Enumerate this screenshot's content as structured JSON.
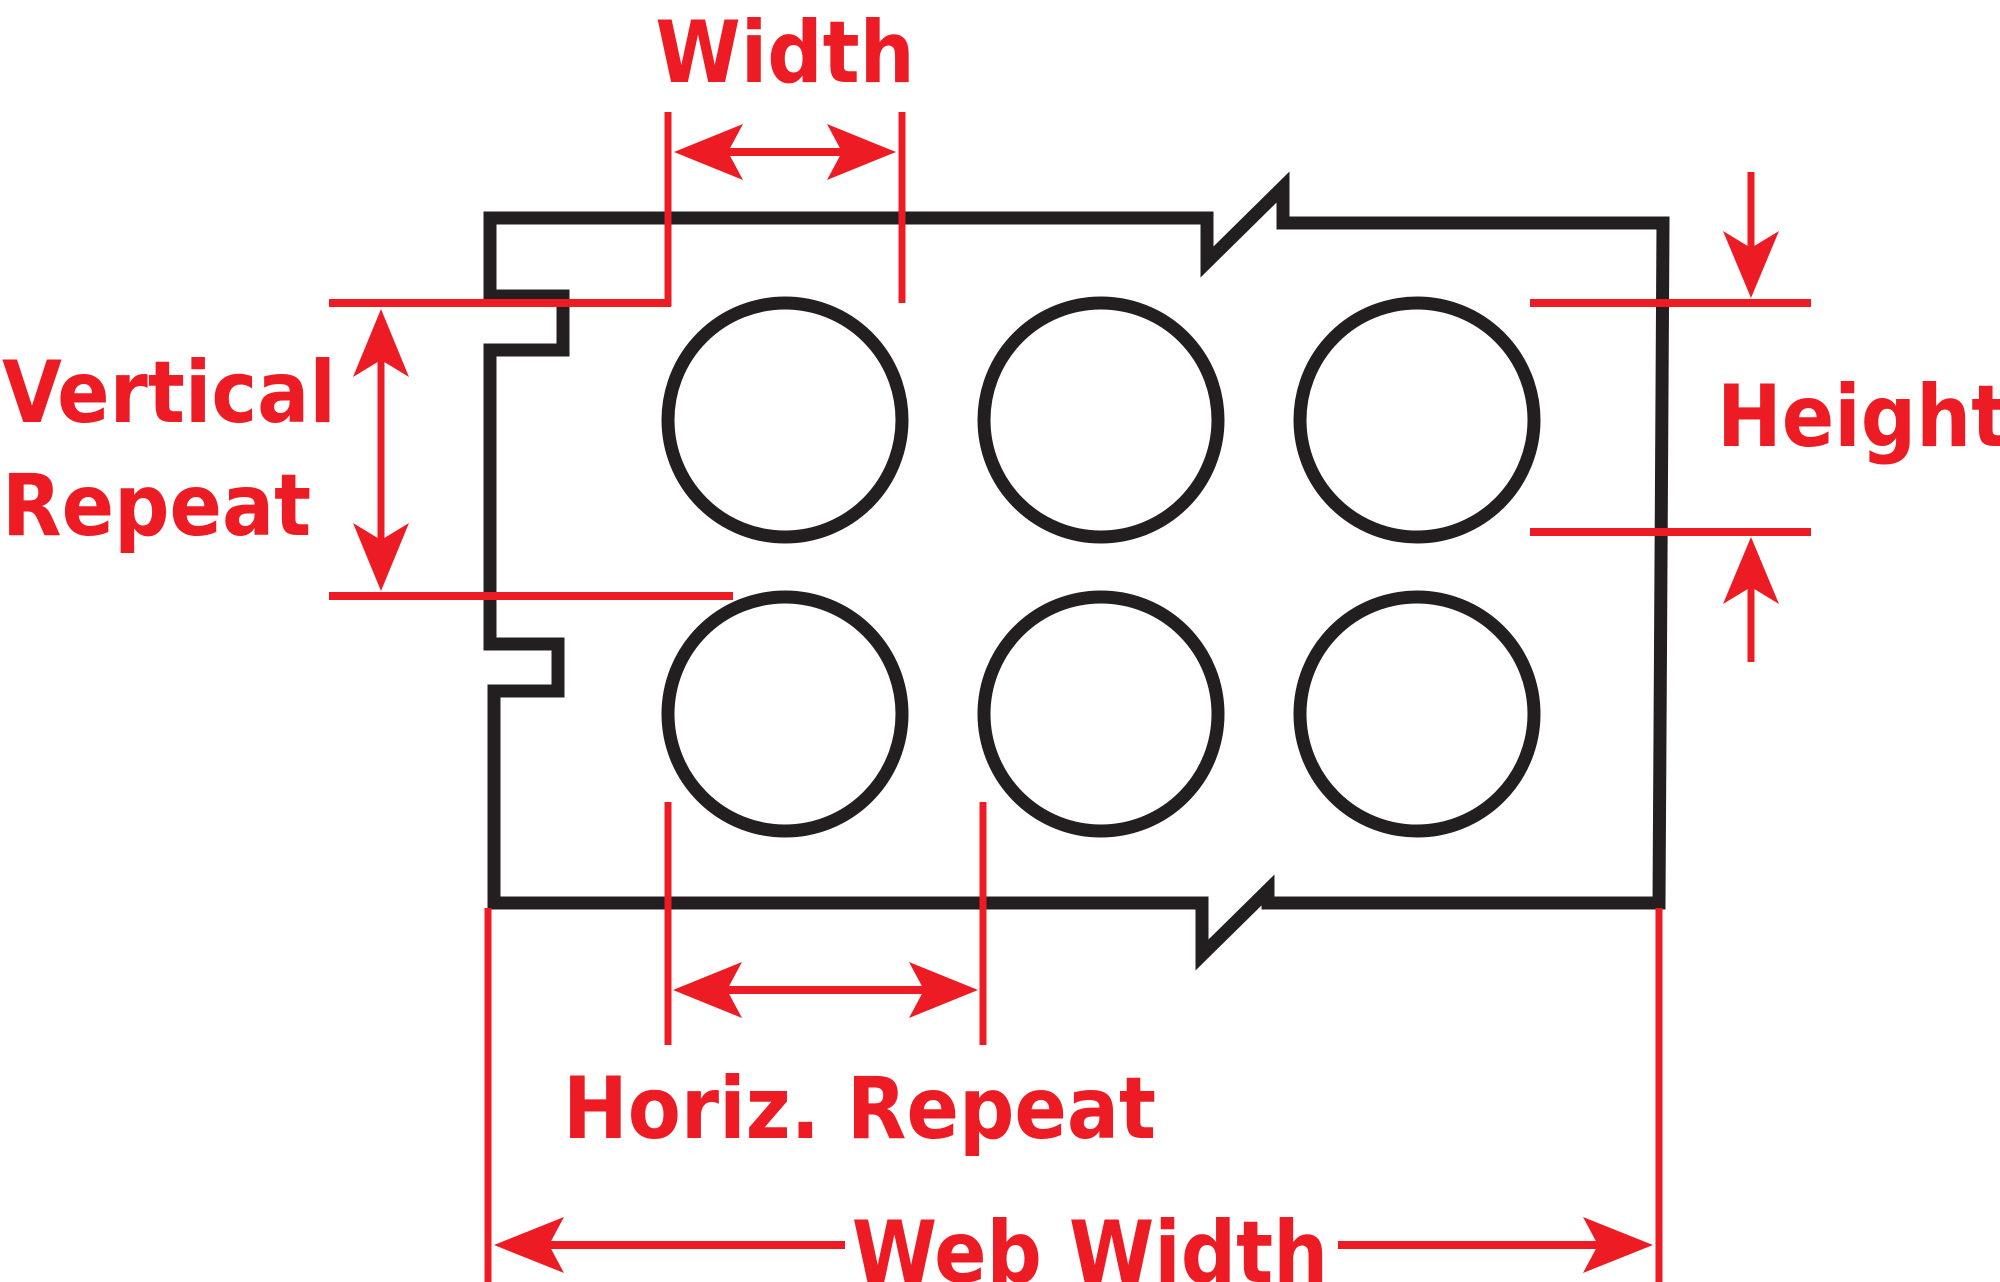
{
  "diagram": {
    "title": "Label web layout dimensions",
    "colors": {
      "annotation": "#ED1C24",
      "outline": "#231F20",
      "background": "#FFFFFF"
    },
    "labels": {
      "width": "Width",
      "vertical_repeat_line1": "Vertical",
      "vertical_repeat_line2": "Repeat",
      "height": "Height",
      "horiz_repeat": "Horiz. Repeat",
      "web_width": "Web Width"
    },
    "labels_grid": {
      "rows": 2,
      "columns": 3,
      "shape": "circle"
    }
  }
}
